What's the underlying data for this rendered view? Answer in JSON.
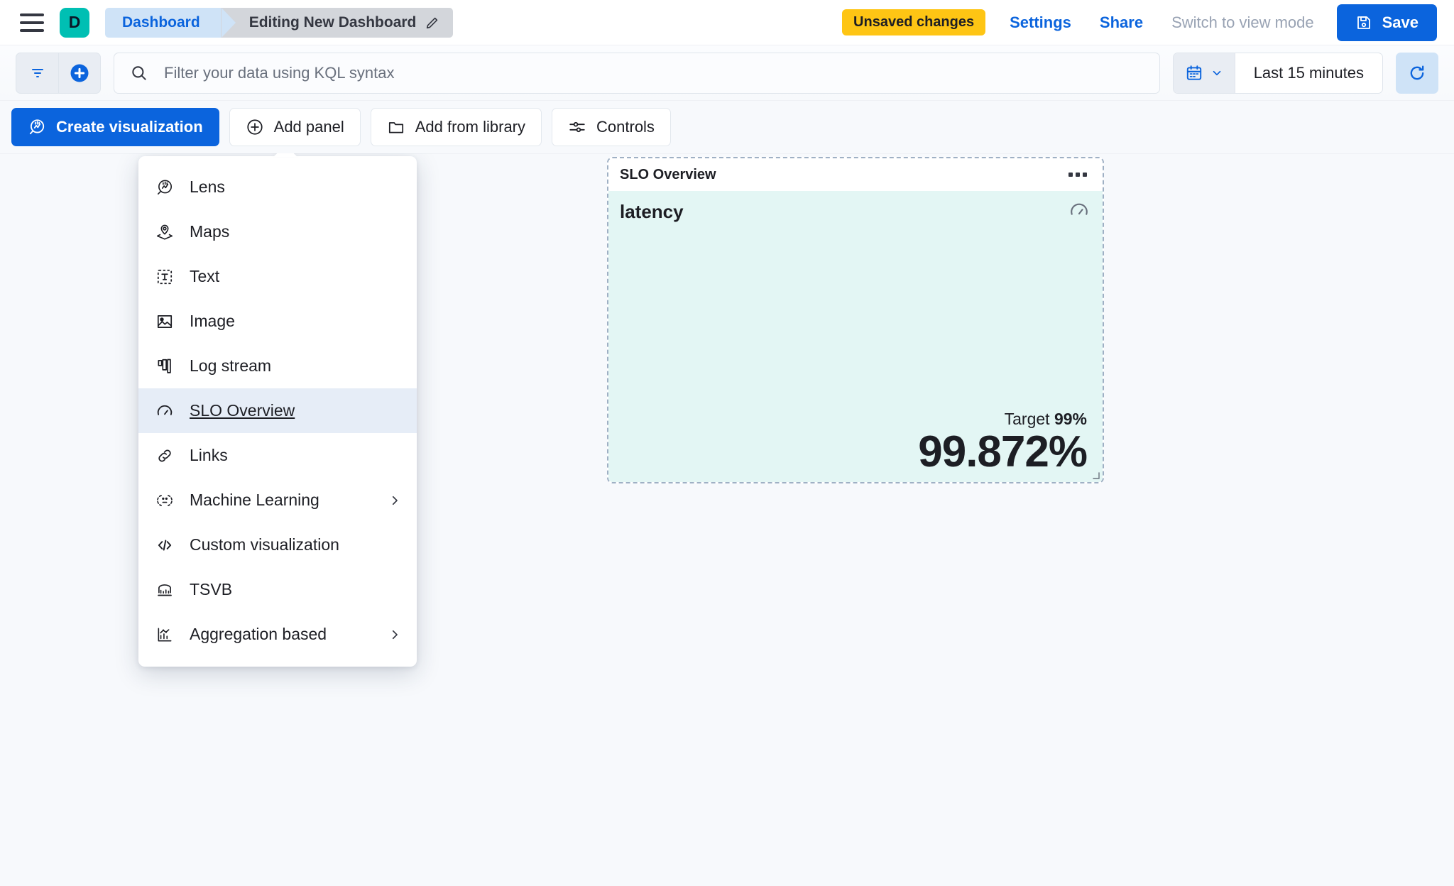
{
  "header": {
    "menu_icon": "hamburger-menu-icon",
    "app_badge": "D",
    "breadcrumbs": [
      {
        "label": "Dashboard",
        "icon": ""
      },
      {
        "label": "Editing New Dashboard",
        "icon": "pencil-icon"
      }
    ],
    "unsaved_badge": "Unsaved changes",
    "settings_link": "Settings",
    "share_link": "Share",
    "view_mode_link": "Switch to view mode",
    "save_label": "Save",
    "save_icon": "save-disk-icon",
    "colors": {
      "accent": "#0b64dd",
      "badge_teal": "#00bfb3",
      "warning_yellow": "#fec514",
      "crumb_active": "#cfe3f7",
      "crumb_current": "#d3d6db"
    }
  },
  "query_bar": {
    "filter_icon": "filter-lines-icon",
    "add_filter_icon": "plus-circle-icon",
    "search_icon": "search-icon",
    "search_placeholder": "Filter your data using KQL syntax",
    "search_value": "",
    "calendar_icon": "calendar-icon",
    "chevron_icon": "chevron-down-icon",
    "time_range": "Last 15 minutes",
    "refresh_icon": "refresh-icon"
  },
  "toolbar": {
    "create_visualization": {
      "label": "Create visualization",
      "icon": "lens-icon"
    },
    "add_panel": {
      "label": "Add panel",
      "icon": "plus-circle-icon"
    },
    "add_from_library": {
      "label": "Add from library",
      "icon": "folder-icon"
    },
    "controls": {
      "label": "Controls",
      "icon": "controls-sliders-icon"
    }
  },
  "add_panel_menu": {
    "open": true,
    "items": [
      {
        "label": "Lens",
        "icon": "lens-icon",
        "selected": false,
        "submenu": false
      },
      {
        "label": "Maps",
        "icon": "maps-pin-layers-icon",
        "selected": false,
        "submenu": false
      },
      {
        "label": "Text",
        "icon": "text-box-icon",
        "selected": false,
        "submenu": false
      },
      {
        "label": "Image",
        "icon": "image-icon",
        "selected": false,
        "submenu": false
      },
      {
        "label": "Log stream",
        "icon": "log-stream-icon",
        "selected": false,
        "submenu": false
      },
      {
        "label": "SLO Overview",
        "icon": "gauge-icon",
        "selected": true,
        "submenu": false
      },
      {
        "label": "Links",
        "icon": "link-chain-icon",
        "selected": false,
        "submenu": false
      },
      {
        "label": "Machine Learning",
        "icon": "machine-learning-icon",
        "selected": false,
        "submenu": true
      },
      {
        "label": "Custom visualization",
        "icon": "code-brackets-icon",
        "selected": false,
        "submenu": false
      },
      {
        "label": "TSVB",
        "icon": "tsvb-chart-icon",
        "selected": false,
        "submenu": false
      },
      {
        "label": "Aggregation based",
        "icon": "aggregation-chart-icon",
        "selected": false,
        "submenu": true
      }
    ]
  },
  "slo_panel": {
    "title": "SLO Overview",
    "menu_icon": "panel-context-menu-icon",
    "slo_name": "latency",
    "gauge_icon": "gauge-icon",
    "target_label": "Target",
    "target_value": "99%",
    "sli_value": "99.872%",
    "background_color": "#e3f6f4",
    "resize_icon": "resize-handle-icon"
  }
}
